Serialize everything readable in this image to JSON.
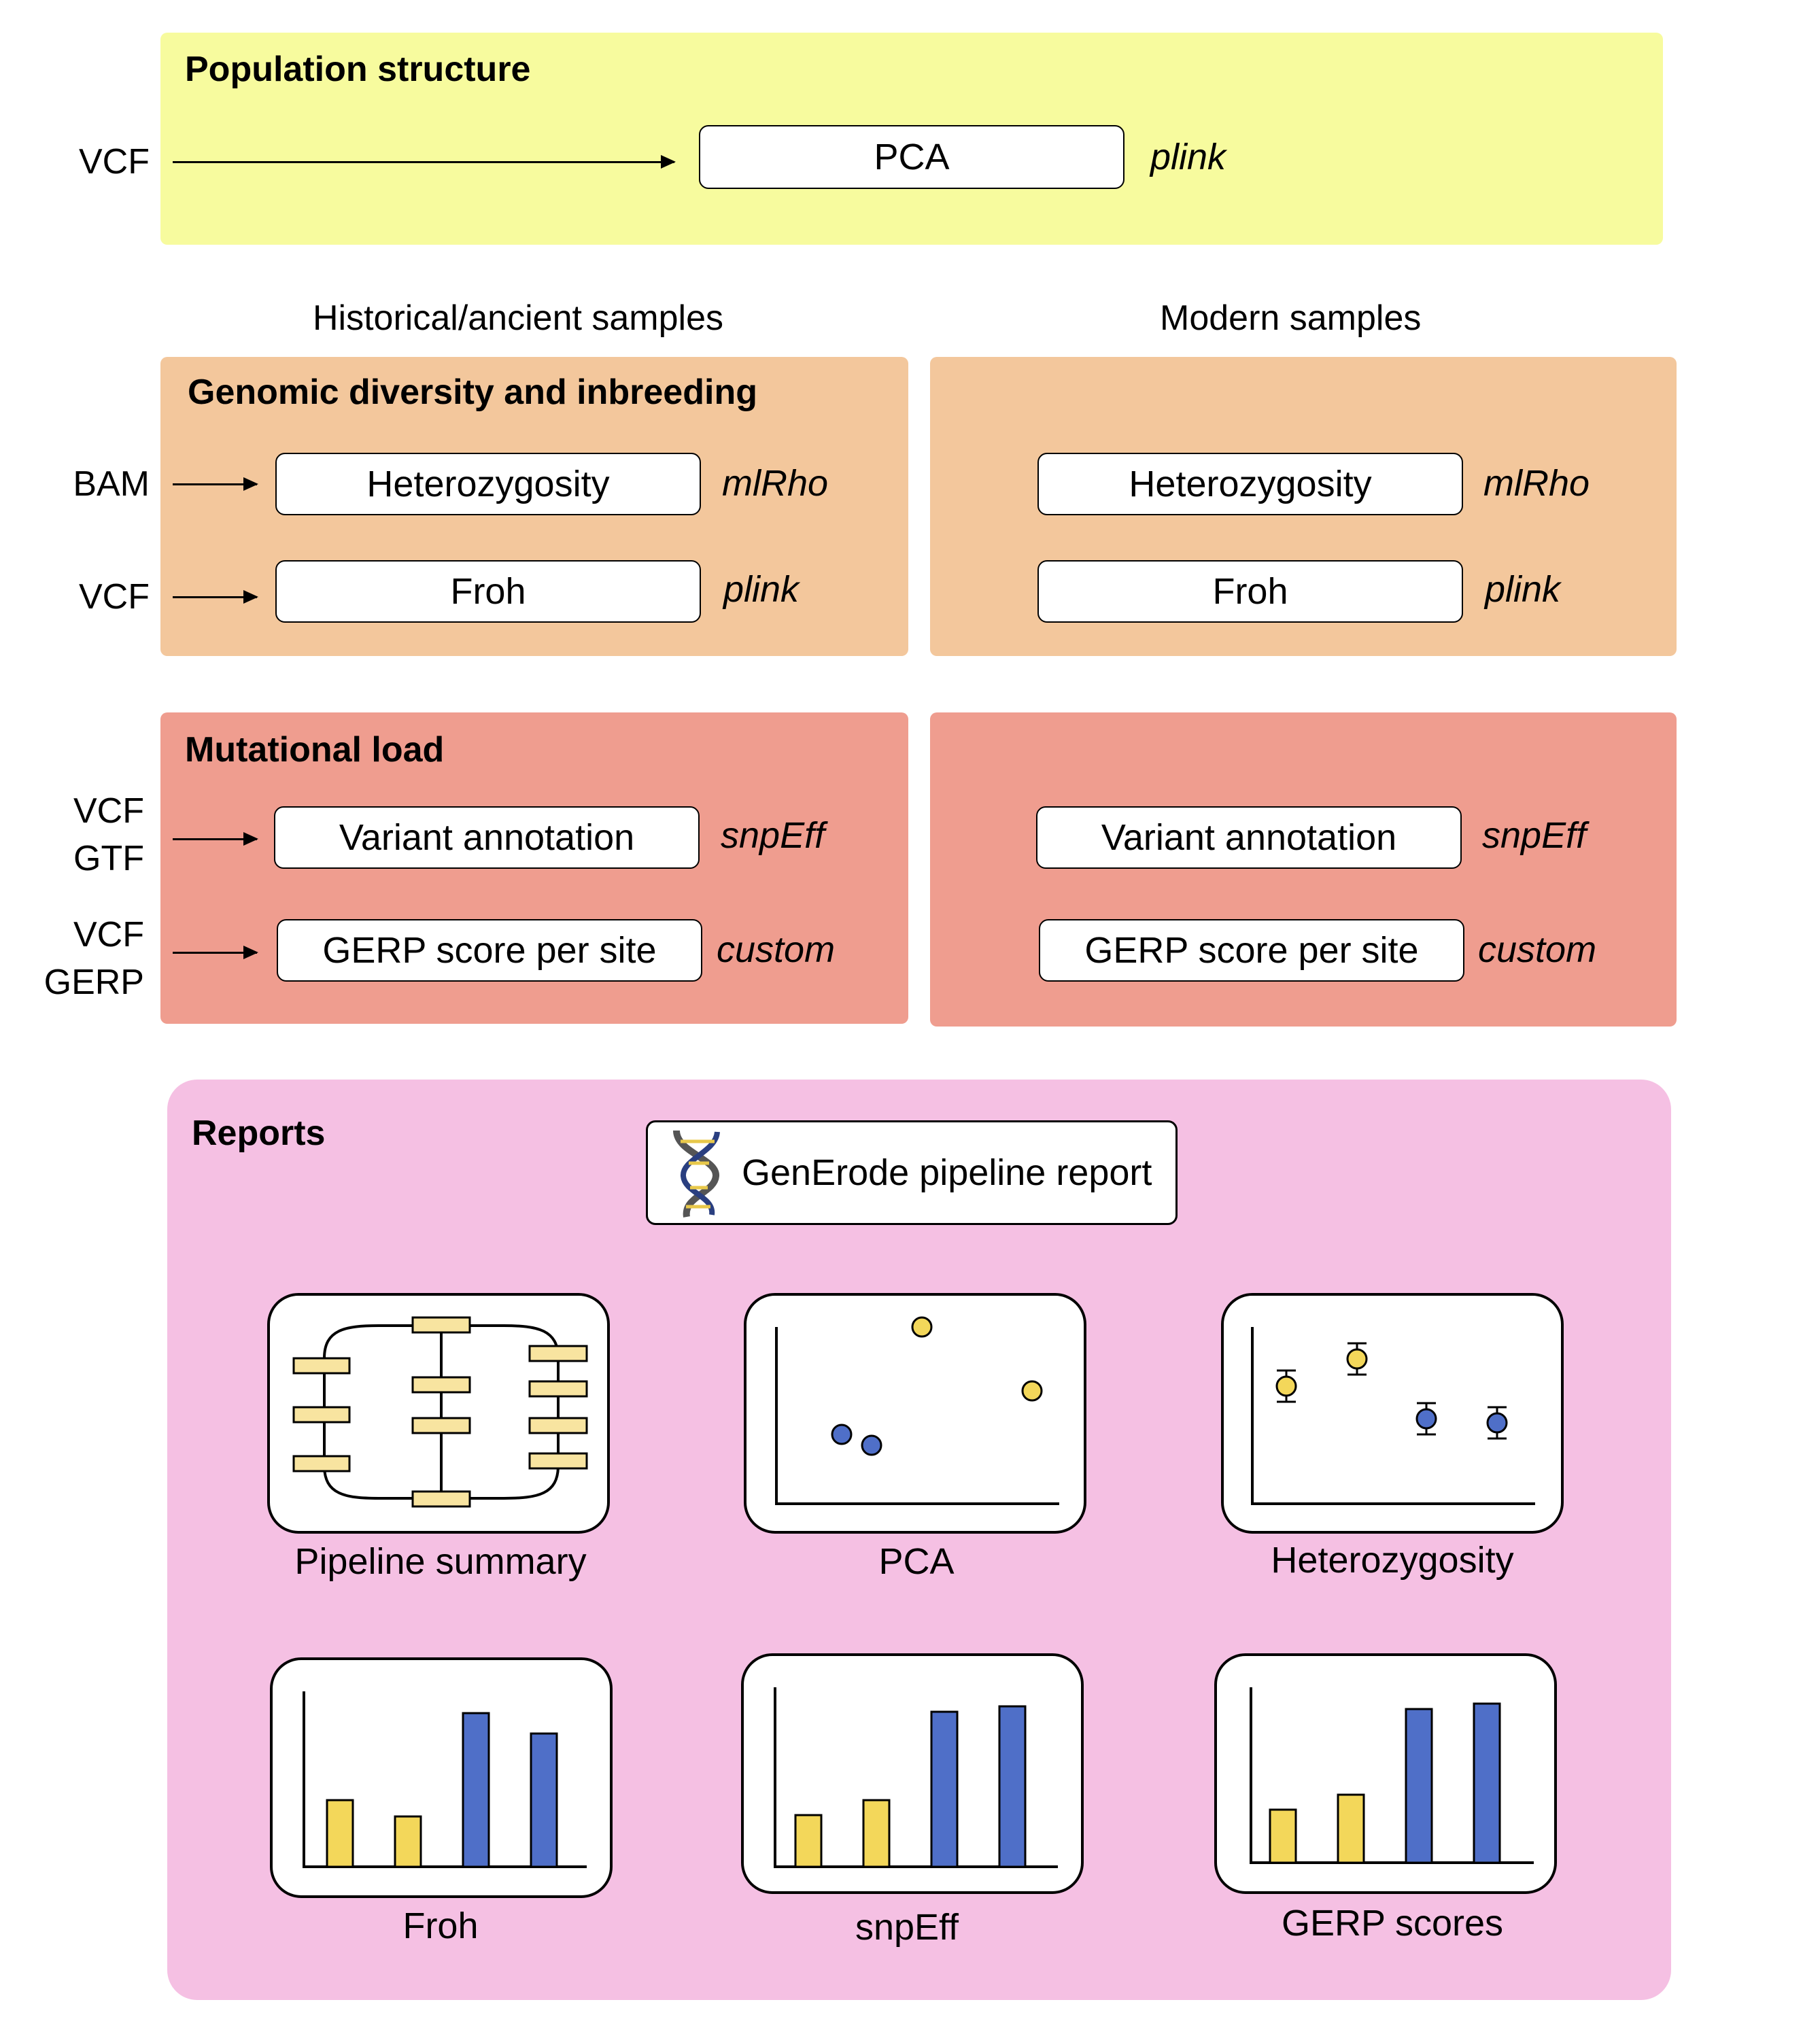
{
  "population": {
    "title": "Population structure",
    "input": "VCF",
    "step": "PCA",
    "tool": "plink"
  },
  "columns": {
    "historical": "Historical/ancient samples",
    "modern": "Modern samples"
  },
  "diversity": {
    "title": "Genomic diversity and inbreeding",
    "rows": [
      {
        "input": "BAM",
        "step": "Heterozygosity",
        "tool": "mlRho"
      },
      {
        "input": "VCF",
        "step": "Froh",
        "tool": "plink"
      }
    ]
  },
  "load": {
    "title": "Mutational load",
    "rows": [
      {
        "input1": "VCF",
        "input2": "GTF",
        "step": "Variant annotation",
        "tool": "snpEff"
      },
      {
        "input1": "VCF",
        "input2": "GERP",
        "step": "GERP score per site",
        "tool": "custom"
      }
    ]
  },
  "reports": {
    "title": "Reports",
    "report_name": "GenErode pipeline report",
    "cards": [
      {
        "caption": "Pipeline summary",
        "kind": "flow"
      },
      {
        "caption": "PCA",
        "kind": "scatter"
      },
      {
        "caption": "Heterozygosity",
        "kind": "errorbar"
      },
      {
        "caption": "Froh",
        "kind": "bar"
      },
      {
        "caption": "snpEff",
        "kind": "bar"
      },
      {
        "caption": "GERP scores",
        "kind": "bar"
      }
    ]
  },
  "colors": {
    "population": "#f7fb9e",
    "diversity": "#f3c79c",
    "load": "#ef9d8f",
    "reports": "#f5c0e3",
    "historical_marker": "#f3d75a",
    "modern_marker": "#4f6fc8",
    "flow_box": "#f8e4a0"
  }
}
